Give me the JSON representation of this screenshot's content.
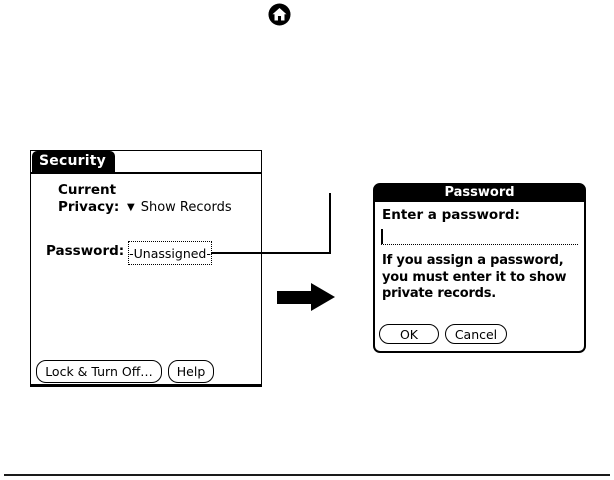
{
  "colors": {
    "ink": "#000000",
    "paper": "#ffffff"
  },
  "icons": {
    "dropdown_arrow": "▼",
    "home": "home-icon"
  },
  "security_screen": {
    "title": "Security",
    "privacy": {
      "label_line1": "Current",
      "label_line2": "Privacy:",
      "value": "Show Records"
    },
    "password": {
      "label": "Password:",
      "value": "-Unassigned-"
    },
    "buttons": {
      "lock_turn_off": "Lock & Turn Off…",
      "help": "Help"
    }
  },
  "password_dialog": {
    "title": "Password",
    "prompt": "Enter a password:",
    "input": {
      "value": "",
      "caret_visible": true
    },
    "message": "If you assign a password, you must enter it to show private records.",
    "buttons": {
      "ok": "OK",
      "cancel": "Cancel"
    }
  }
}
